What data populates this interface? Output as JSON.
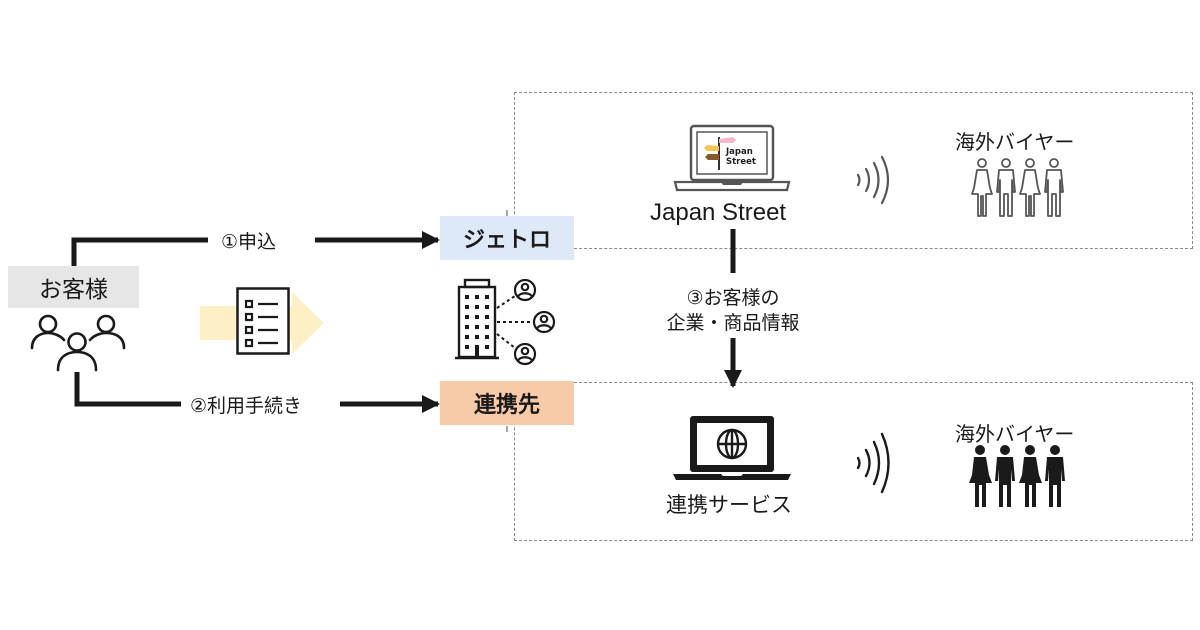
{
  "customer": {
    "label": "お客様",
    "icon": "people-group-icon",
    "label_bg": "#e6e6e6"
  },
  "steps": {
    "step1_label": "①申込",
    "step2_label": "②利用手続き",
    "step3_line1": "③お客様の",
    "step3_line2": "企業・商品情報"
  },
  "jetro": {
    "label": "ジェトロ",
    "bg": "#dde9f6"
  },
  "partner": {
    "label": "連携先",
    "bg": "#f8cba8"
  },
  "middle_icons": {
    "document": "checklist-document-icon",
    "arrow_color": "#fdefc6",
    "network": "building-network-icon"
  },
  "top_panel": {
    "service_name": "Japan Street",
    "laptop_logo_line1": "Japan",
    "laptop_logo_line2": "Street",
    "signal_icon": "signal-waves-icon",
    "buyers_label": "海外バイヤー",
    "buyers_icon": "people-outline-icon"
  },
  "bottom_panel": {
    "service_name": "連携サービス",
    "laptop_icon": "laptop-globe-icon",
    "signal_icon": "signal-waves-icon",
    "buyers_label": "海外バイヤー",
    "buyers_icon": "people-filled-icon"
  }
}
